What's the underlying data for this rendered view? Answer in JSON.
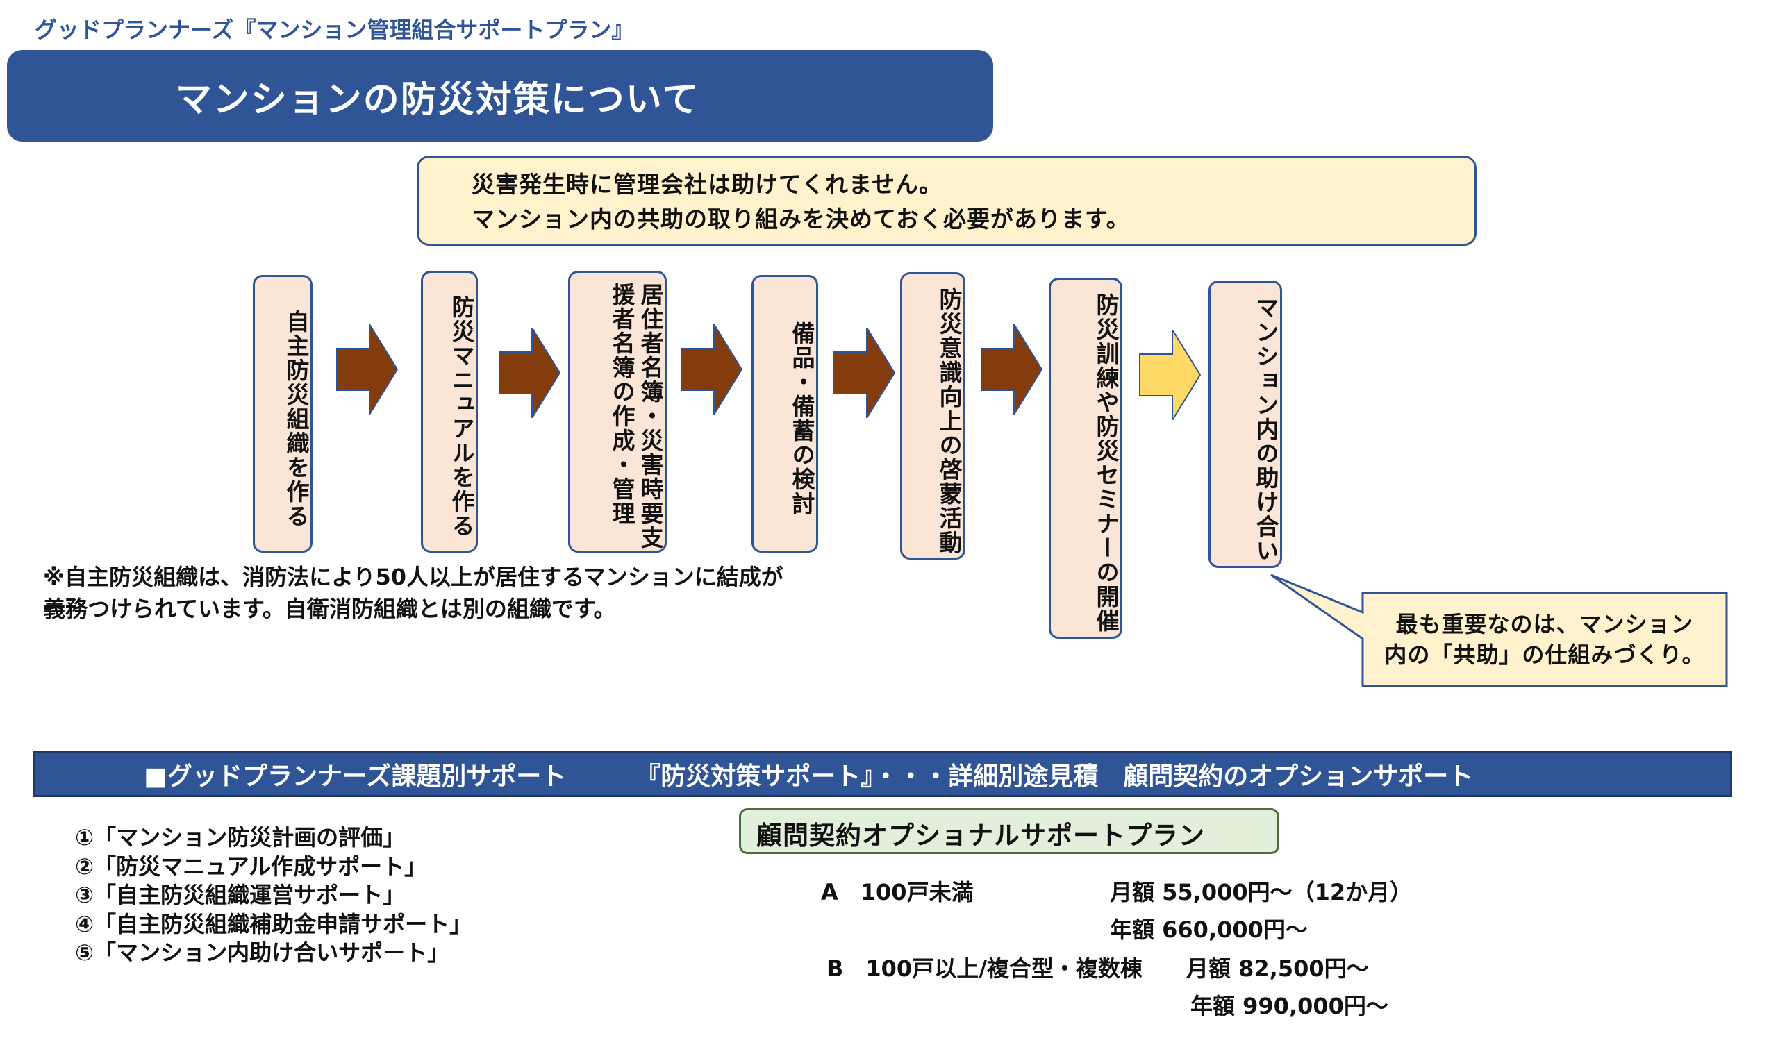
{
  "header": {
    "brand": "グッドプランナーズ『マンション管理組合サポートプラン』",
    "title": "マンションの防災対策について"
  },
  "notice": {
    "line1": "災害発生時に管理会社は助けてくれません。",
    "line2": "マンション内の共助の取り組みを決めておく必要があります。"
  },
  "steps": [
    {
      "label": "自主防災組織を作る"
    },
    {
      "label": "防災マニュアルを作る"
    },
    {
      "label": "居住者名簿・災害時要支援者名簿の作成・管理"
    },
    {
      "label": "備品・備蓄の検討"
    },
    {
      "label": "防災意識向上の啓蒙活動"
    },
    {
      "label": "防災訓練や防災セミナーの開催"
    },
    {
      "label": "マンション内の助け合い"
    }
  ],
  "colors": {
    "navy": "#2f5597",
    "step_fill": "#fbe5d6",
    "arrow_brown": "#843c0c",
    "arrow_yellow": "#ffd966",
    "notice_fill": "#fff2cc",
    "badge_fill": "#e2efda"
  },
  "footnote": {
    "line1": "※自主防災組織は、消防法により50人以上が居住するマンションに結成が",
    "line2": "義務つけられています。自衛消防組織とは別の組織です。"
  },
  "callout": {
    "line1": "最も重要なのは、マンション",
    "line2": "内の「共助」の仕組みづくり。"
  },
  "section": {
    "left": "■グッドプランナーズ課題別サポート",
    "right": "『防災対策サポート』・・・詳細別途見積　顧問契約のオプションサポート"
  },
  "support_list": [
    "①「マンション防災計画の評価」",
    "②「防災マニュアル作成サポート」",
    "③「自主防災組織運営サポート」",
    "④「自主防災組織補助金申請サポート」",
    "⑤「マンション内助け合いサポート」"
  ],
  "plan": {
    "title": "顧問契約オプショナルサポートプラン",
    "a_label": "A　100戸未満",
    "a_monthly": "月額 55,000円～（12か月）",
    "a_yearly": "年額 660,000円～",
    "b_label": "B　100戸以上/複合型・複数棟",
    "b_monthly": "月額 82,500円～",
    "b_yearly": "年額 990,000円～"
  }
}
